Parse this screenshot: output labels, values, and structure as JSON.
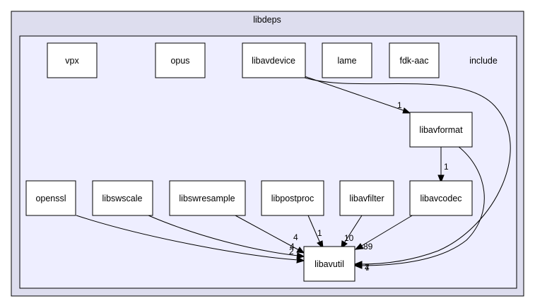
{
  "clusters": {
    "outer_label": "libdeps",
    "inner_label": "include"
  },
  "nodes": {
    "vpx": "vpx",
    "opus": "opus",
    "libavdevice": "libavdevice",
    "lame": "lame",
    "fdk_aac": "fdk-aac",
    "libavformat": "libavformat",
    "openssl": "openssl",
    "libswscale": "libswscale",
    "libswresample": "libswresample",
    "libpostproc": "libpostproc",
    "libavfilter": "libavfilter",
    "libavcodec": "libavcodec",
    "libavutil": "libavutil"
  },
  "edge_labels": {
    "libavdevice_libavformat": "1",
    "libavformat_libavcodec": "1",
    "libswresample_libavutil": "4",
    "libpostproc_libavutil": "1",
    "libavfilter_libavutil": "10",
    "libavcodec_libavutil": "89",
    "openssl_libavutil": "2",
    "libswscale_libavutil": "4",
    "libavformat_libavutil": "7",
    "libavdevice_libavutil": "4"
  },
  "colors": {
    "outer_cluster_fill": "#ddddee",
    "inner_cluster_fill": "#eeeeff",
    "node_fill": "#ffffff"
  }
}
